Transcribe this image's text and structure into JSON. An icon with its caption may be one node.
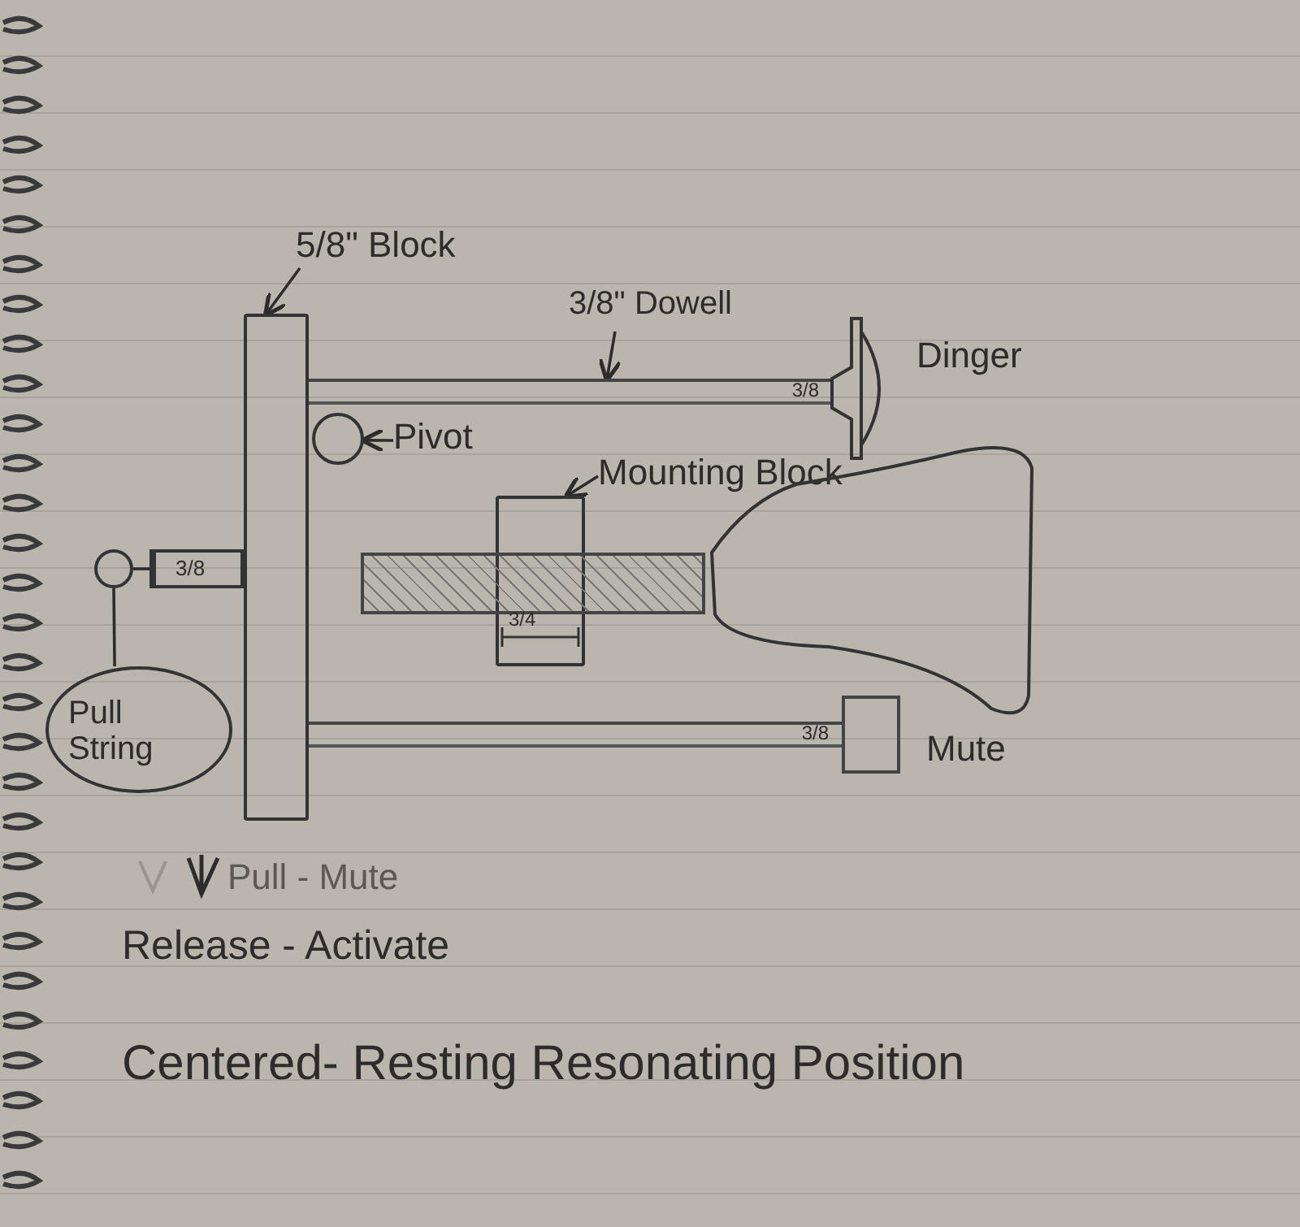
{
  "diagram": {
    "nodes": [
      {
        "text": [
          "5/8\" Block"
        ]
      },
      {
        "text": [],
        "shape": "box"
      },
      {
        "text": [
          "3/8\" Dowell"
        ]
      },
      {
        "text": [
          "3/8"
        ]
      },
      {
        "text": [
          "Dinger"
        ]
      },
      {
        "text": [],
        "shape": "circle"
      },
      {
        "text": [
          "Pivot"
        ]
      },
      {
        "text": [
          "Mounting Block"
        ]
      },
      {
        "text": [],
        "shape": "box"
      },
      {
        "text": [],
        "shape": "bar"
      },
      {
        "text": [],
        "shape": "cloud"
      },
      {
        "text": [
          "3/8"
        ]
      },
      {
        "text": [
          "Mute"
        ]
      },
      {
        "text": [],
        "shape": "circle"
      },
      {
        "text": [
          "3/8"
        ]
      },
      {
        "text": [
          "Pull String"
        ]
      }
    ],
    "edges": [
      {
        "from": 0,
        "to": 1,
        "arrow": "to"
      },
      {
        "from": 2,
        "to": 3,
        "arrow": "to"
      },
      {
        "from": 6,
        "to": 5,
        "arrow": "to"
      },
      {
        "from": 7,
        "to": 8,
        "arrow": "to"
      },
      {
        "from": 15,
        "to": 13,
        "arrow": "none"
      },
      {
        "from": 13,
        "to": 14,
        "arrow": "none"
      }
    ],
    "labels": [
      "3/4",
      "Pull - Mute",
      "Release - Activate",
      "Centered- Resting Resonating Position"
    ]
  }
}
